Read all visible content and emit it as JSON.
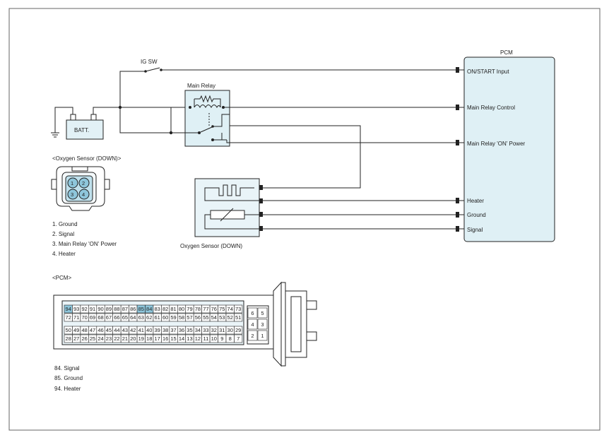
{
  "labels": {
    "ig_sw": "IG SW",
    "main_relay": "Main Relay",
    "batt": "BATT.",
    "pcm_title": "PCM",
    "o2_connector_title": "<Oxygen Sensor (DOWN)>",
    "o2_sensor": "Oxygen Sensor (DOWN)",
    "pcm_connector_title": "<PCM>"
  },
  "pcm_pins": [
    "ON/START Input",
    "Main Relay Control",
    "Main Relay 'ON' Power",
    "Heater",
    "Ground",
    "Signal"
  ],
  "o2_pin_list": [
    "1. Ground",
    "2. Signal",
    "3.   Main Relay 'ON' Power",
    "4.   Heater"
  ],
  "o2_connector_pins": [
    "1",
    "2",
    "3",
    "4"
  ],
  "pcm_pin_list": [
    "84.   Signal",
    "85.   Ground",
    "94.   Heater"
  ],
  "pcm_connector": {
    "row1": [
      "94",
      "93",
      "92",
      "91",
      "90",
      "89",
      "88",
      "87",
      "86",
      "85",
      "84",
      "83",
      "82",
      "81",
      "80",
      "79",
      "78",
      "77",
      "76",
      "75",
      "74",
      "73"
    ],
    "row2": [
      "72",
      "71",
      "70",
      "69",
      "68",
      "67",
      "66",
      "65",
      "64",
      "63",
      "62",
      "61",
      "60",
      "59",
      "58",
      "57",
      "56",
      "55",
      "54",
      "53",
      "52",
      "51"
    ],
    "row3": [
      "50",
      "49",
      "48",
      "47",
      "46",
      "45",
      "44",
      "43",
      "42",
      "41",
      "40",
      "39",
      "38",
      "37",
      "36",
      "35",
      "34",
      "33",
      "32",
      "31",
      "30",
      "29"
    ],
    "row4": [
      "28",
      "27",
      "26",
      "25",
      "24",
      "23",
      "22",
      "21",
      "20",
      "19",
      "18",
      "17",
      "16",
      "15",
      "14",
      "13",
      "12",
      "11",
      "10",
      "9",
      "8",
      "7"
    ],
    "highlighted": [
      "94",
      "85",
      "84"
    ],
    "side_pins": [
      "6",
      "5",
      "4",
      "3",
      "2",
      "1"
    ]
  },
  "colors": {
    "pcm_fill": "#dff0f5",
    "pin_highlight": "#8ec6db",
    "connector_fill": "#eaf4f8",
    "relay_fill": "#dfeff4",
    "sensor_fill": "#e9f4f8"
  }
}
